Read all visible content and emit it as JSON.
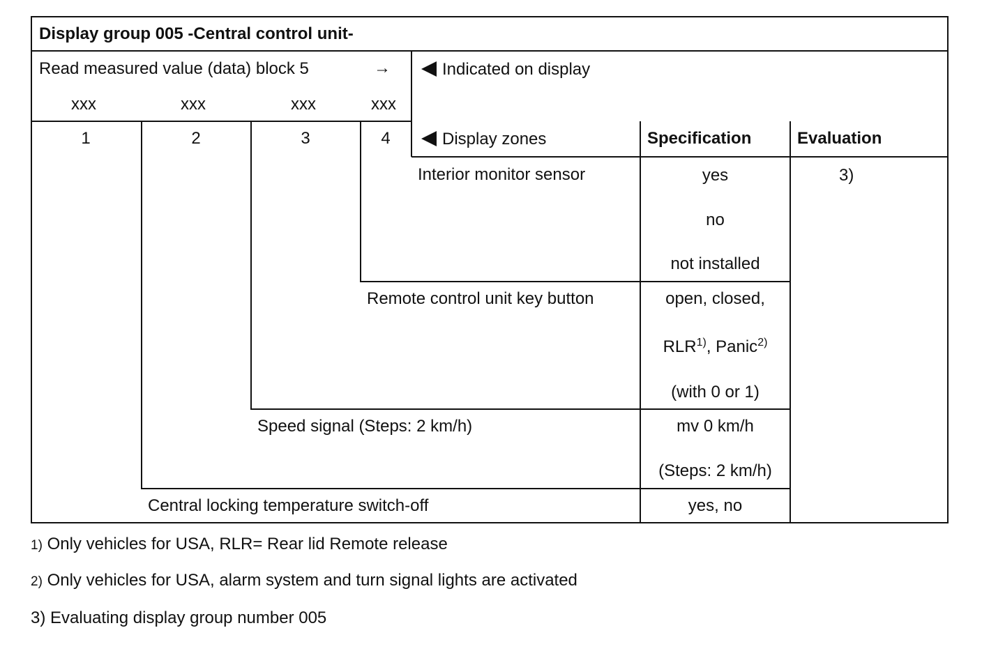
{
  "title": "Display group 005 -Central control unit-",
  "read_block": {
    "label": "Read measured value (data) block 5",
    "arrow": "→",
    "placeholders": [
      "xxx",
      "xxx",
      "xxx",
      "xxx"
    ],
    "numbers": [
      "1",
      "2",
      "3",
      "4"
    ]
  },
  "indicated_label": "Indicated on display",
  "display_zones_label": "Display zones",
  "col_spec": "Specification",
  "col_eval": "Evaluation",
  "rows": {
    "r4": {
      "zone": "Interior monitor sensor",
      "spec": [
        "yes",
        "no",
        "not installed"
      ],
      "eval": "3)"
    },
    "r3": {
      "zone": "Remote control unit key button",
      "spec_1": "open, closed,",
      "spec_2a": "RLR",
      "spec_2a_sup": "1)",
      "spec_2b": ", Panic",
      "spec_2b_sup": "2)",
      "spec_3": "(with 0 or 1)"
    },
    "r2": {
      "zone": "Speed signal (Steps: 2 km/h)",
      "spec": [
        "mv 0 km/h",
        "(Steps: 2 km/h)"
      ]
    },
    "r1": {
      "zone": "Central locking temperature switch-off",
      "spec": "yes, no"
    }
  },
  "footnotes": [
    {
      "mark": "1)",
      "text": "Only vehicles for USA, RLR= Rear lid Remote release"
    },
    {
      "mark": "2)",
      "text": "Only vehicles for USA, alarm system and turn signal lights are activated"
    },
    {
      "mark": "3)",
      "text": "Evaluating display group number 005"
    }
  ]
}
